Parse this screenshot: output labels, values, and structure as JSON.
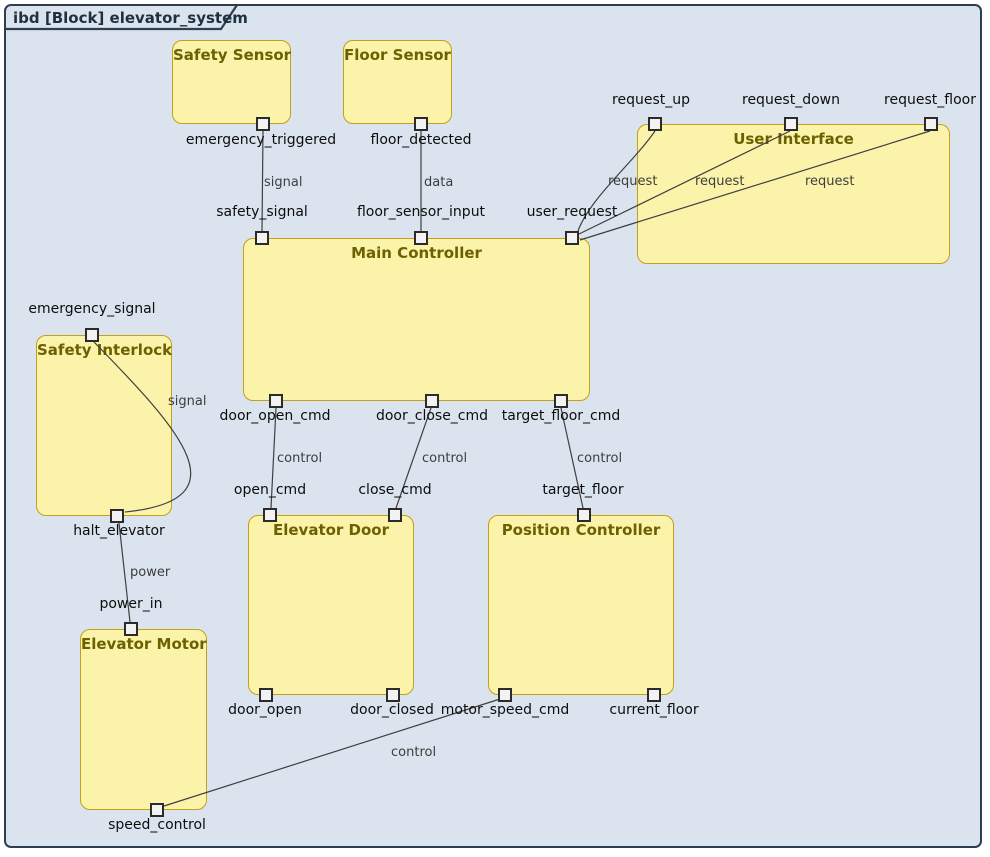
{
  "frame": {
    "title": "ibd [Block] elevator_system"
  },
  "blocks": {
    "safety_sensor": {
      "title": "Safety Sensor"
    },
    "floor_sensor": {
      "title": "Floor Sensor"
    },
    "user_interface": {
      "title": "User Interface"
    },
    "main_controller": {
      "title": "Main Controller"
    },
    "safety_interlock": {
      "title": "Safety Interlock"
    },
    "elevator_door": {
      "title": "Elevator Door"
    },
    "position_controller": {
      "title": "Position Controller"
    },
    "elevator_motor": {
      "title": "Elevator Motor"
    }
  },
  "ports": {
    "emergency_triggered": "emergency_triggered",
    "floor_detected": "floor_detected",
    "request_up": "request_up",
    "request_down": "request_down",
    "request_floor": "request_floor",
    "safety_signal": "safety_signal",
    "floor_sensor_input": "floor_sensor_input",
    "user_request": "user_request",
    "door_open_cmd": "door_open_cmd",
    "door_close_cmd": "door_close_cmd",
    "target_floor_cmd": "target_floor_cmd",
    "emergency_signal": "emergency_signal",
    "halt_elevator": "halt_elevator",
    "open_cmd": "open_cmd",
    "close_cmd": "close_cmd",
    "target_floor": "target_floor",
    "door_open": "door_open",
    "door_closed": "door_closed",
    "motor_speed_cmd": "motor_speed_cmd",
    "current_floor": "current_floor",
    "power_in": "power_in",
    "speed_control": "speed_control"
  },
  "connector_labels": {
    "sensor_signal": "signal",
    "floor_data": "data",
    "request_up_wire": "request",
    "request_down_wire": "request",
    "request_floor_wire": "request",
    "interlock_signal": "signal",
    "door_open_control": "control",
    "door_close_control": "control",
    "target_floor_control": "control",
    "power": "power",
    "speed_control_wire": "control"
  },
  "colors": {
    "canvas_bg": "#dbe4ee",
    "frame_border": "#2d3e50",
    "frame_title": "#1e3140",
    "block_fill": "#fcf3ab",
    "block_border": "#c2a018",
    "block_title": "#6b6100",
    "port_fill": "#f2f2f2",
    "port_border": "#2b2b2b",
    "wire": "#3f3f3f",
    "port_label": "#0d0d0d",
    "wire_label": "#3d3d3d"
  }
}
